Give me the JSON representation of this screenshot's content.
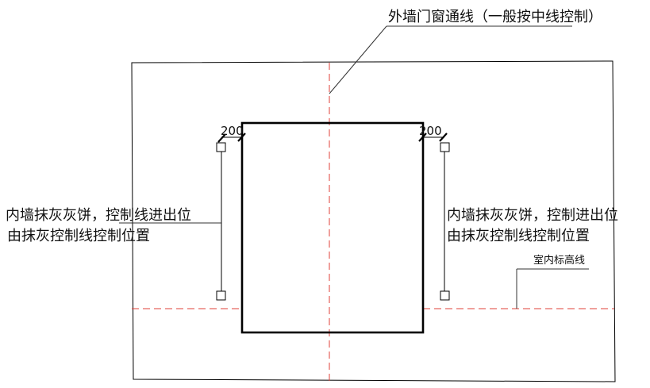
{
  "labels": {
    "top_callout": "外墙门窗通线（一般按中线控制）",
    "left_note_line1": "内墙抹灰灰饼，控制线进出位",
    "left_note_line2": "由抹灰控制线控制位置",
    "right_note_line1": "内墙抹灰灰饼，控制进出位",
    "right_note_line2": "由抹灰控制线控制位置",
    "elevation_label": "室内标高线",
    "dim_left": "200",
    "dim_right": "200"
  },
  "colors": {
    "outline": "#000000",
    "centerline": "#e0403a",
    "leader": "#333333"
  }
}
